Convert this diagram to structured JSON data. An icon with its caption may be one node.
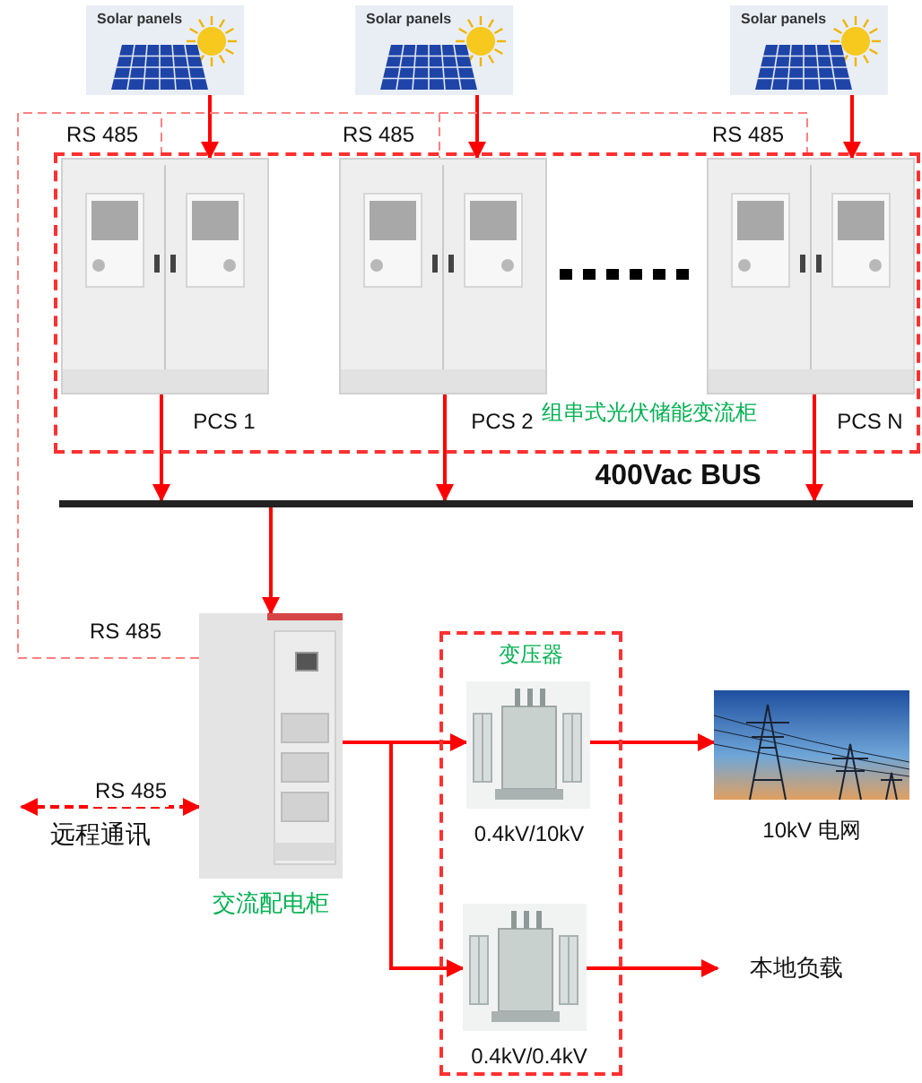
{
  "diagram": {
    "nodes": [
      {
        "text": [
          "Solar panels"
        ]
      },
      {
        "text": [
          "Solar panels"
        ]
      },
      {
        "text": [
          "Solar panels"
        ]
      },
      {
        "text": [
          "组串式光伏储能变流柜"
        ]
      },
      {
        "text": [],
        "shape": "picture",
        "in": 3,
        "beside": [
          "PCS 1"
        ]
      },
      {
        "text": [],
        "shape": "picture",
        "in": 3,
        "beside": [
          "PCS 2"
        ]
      },
      {
        "text": [],
        "shape": "picture",
        "in": 3,
        "beside": [
          "PCS N"
        ]
      },
      {
        "text": [],
        "shape": "bar",
        "beside": [
          "400Vac BUS"
        ]
      },
      {
        "text": [],
        "shape": "picture",
        "beside": [
          "交流配电柜"
        ]
      },
      {
        "text": [
          "变压器"
        ]
      },
      {
        "text": [],
        "shape": "picture",
        "in": 9,
        "beside": [
          "0.4kV/10kV"
        ]
      },
      {
        "text": [],
        "shape": "picture",
        "in": 9,
        "beside": [
          "0.4kV/0.4kV"
        ]
      },
      {
        "text": [],
        "shape": "picture",
        "beside": [
          "10kV 电网"
        ]
      },
      {
        "text": [
          "本地负载"
        ]
      }
    ],
    "edges": [
      {
        "from": 0,
        "to": 4,
        "arrow": "to"
      },
      {
        "from": 1,
        "to": 5,
        "arrow": "to"
      },
      {
        "from": 2,
        "to": 6,
        "arrow": "to"
      },
      {
        "from": 4,
        "to": 7,
        "arrow": "to"
      },
      {
        "from": 5,
        "to": 7,
        "arrow": "to"
      },
      {
        "from": 6,
        "to": 7,
        "arrow": "to"
      },
      {
        "from": 7,
        "to": 8,
        "arrow": "to"
      },
      {
        "from": 8,
        "to": 10,
        "arrow": "to"
      },
      {
        "from": 8,
        "to": 11,
        "arrow": "to"
      },
      {
        "from": 10,
        "to": 12,
        "arrow": "to"
      },
      {
        "from": 11,
        "to": 13,
        "arrow": "to"
      },
      {
        "from": 8,
        "to": 4,
        "arrow": "none",
        "label": "RS 485",
        "style": "dashed",
        "color": "#ff8080"
      },
      {
        "from": 8,
        "to": 5,
        "arrow": "none",
        "label": "RS 485",
        "style": "dashed",
        "color": "#ff8080"
      },
      {
        "from": 8,
        "to": 6,
        "arrow": "none",
        "label": "RS 485",
        "style": "dashed",
        "color": "#ff8080"
      },
      {
        "from": null,
        "to": 8,
        "arrow": "both",
        "label": "RS 485",
        "style": "dashed"
      }
    ],
    "labels": [
      "RS 485",
      "远程通讯"
    ]
  }
}
